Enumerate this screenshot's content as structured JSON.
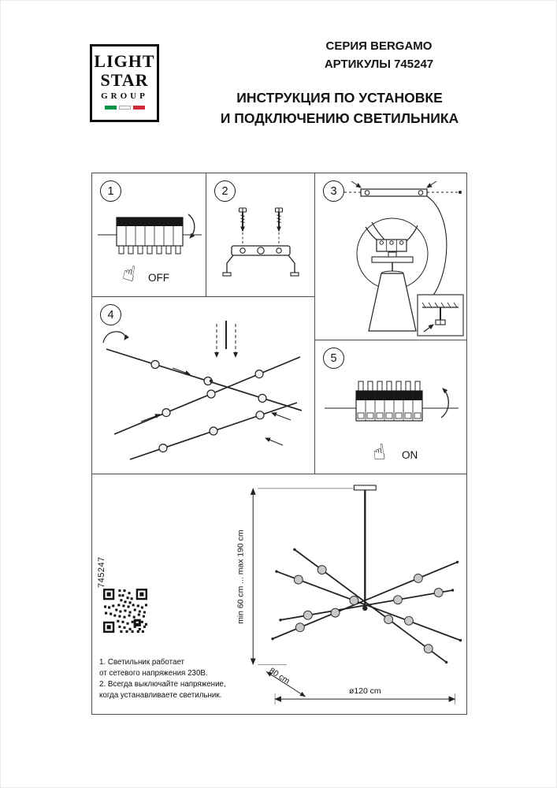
{
  "header": {
    "logo_light": "LIGHT",
    "logo_star": "STAR",
    "logo_group": "GROUP",
    "series": "СЕРИЯ BERGAMO",
    "articles": "АРТИКУЛЫ 745247",
    "instruction_line1": "ИНСТРУКЦИЯ ПО УСТАНОВКЕ",
    "instruction_line2": "И ПОДКЛЮЧЕНИЮ СВЕТИЛЬНИКА"
  },
  "colors": {
    "flag_green": "#009246",
    "flag_red": "#CE2B37",
    "line": "#222222"
  },
  "icons": {
    "pointing_hand": "☝"
  },
  "steps": [
    {
      "number": "1",
      "caption": "OFF"
    },
    {
      "number": "2",
      "caption": ""
    },
    {
      "number": "3",
      "caption": ""
    },
    {
      "number": "4",
      "caption": ""
    },
    {
      "number": "5",
      "caption": "ON"
    }
  ],
  "diagram": {
    "article_vertical": "745247",
    "dim_height": "min 60 cm ... max 190 cm",
    "dim_depth": "80 cm",
    "dim_width": "ø120 cm",
    "notes": [
      "1. Светильник работает",
      "от сетевого напряжения 230В.",
      "2. Всегда выключайте напряжение,",
      "когда устанавливаете светильник."
    ]
  }
}
